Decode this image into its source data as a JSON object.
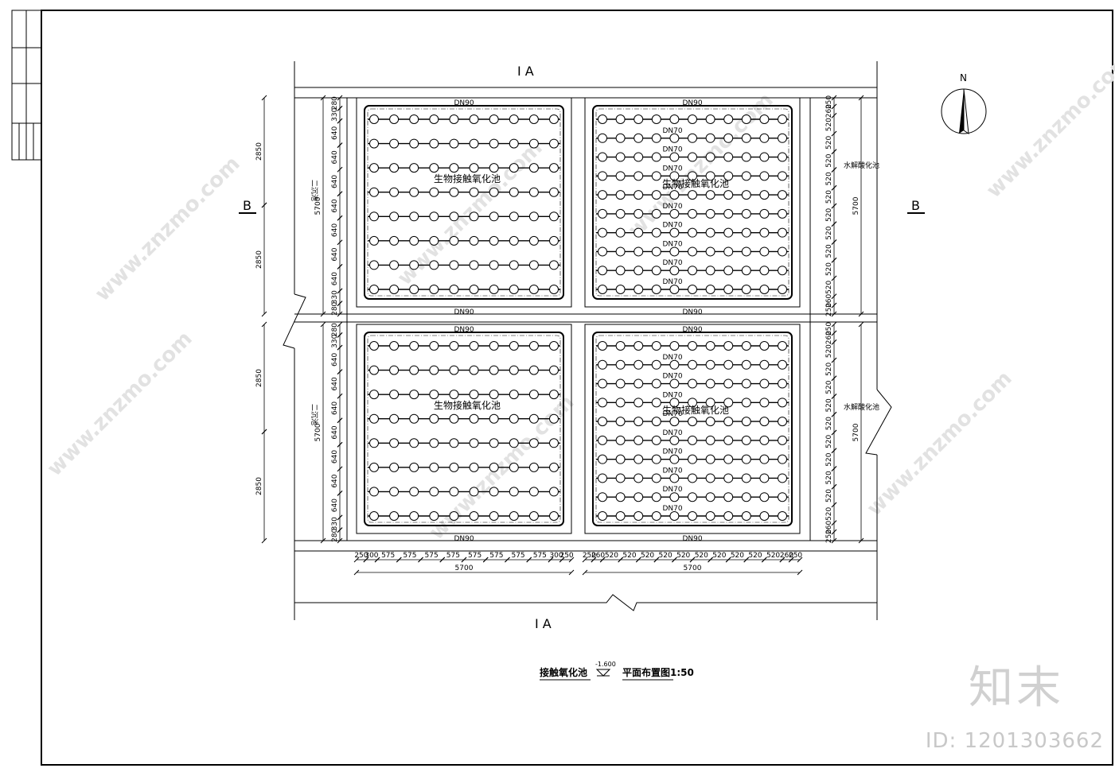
{
  "sections": {
    "a": "I A",
    "b": "B"
  },
  "north": "N",
  "tanks": {
    "main": "生物接触氧化池",
    "side_left": "二沉池",
    "side_right": "水解酸化池"
  },
  "pipes": {
    "header": "DN90",
    "branch": "DN70"
  },
  "dims": {
    "d2850": "2850",
    "d5700": "5700",
    "d640": "640",
    "d330": "330",
    "d280": "280",
    "d300": "300",
    "d250": "250",
    "d260": "260",
    "d520": "520",
    "d575": "575"
  },
  "title": {
    "name": "接触氧化池",
    "elevation": "-1.600",
    "plan": "平面布置图1:50"
  },
  "watermark": {
    "site": "www.znzmo.com",
    "logo": "知末",
    "id": "ID: 1201303662"
  }
}
